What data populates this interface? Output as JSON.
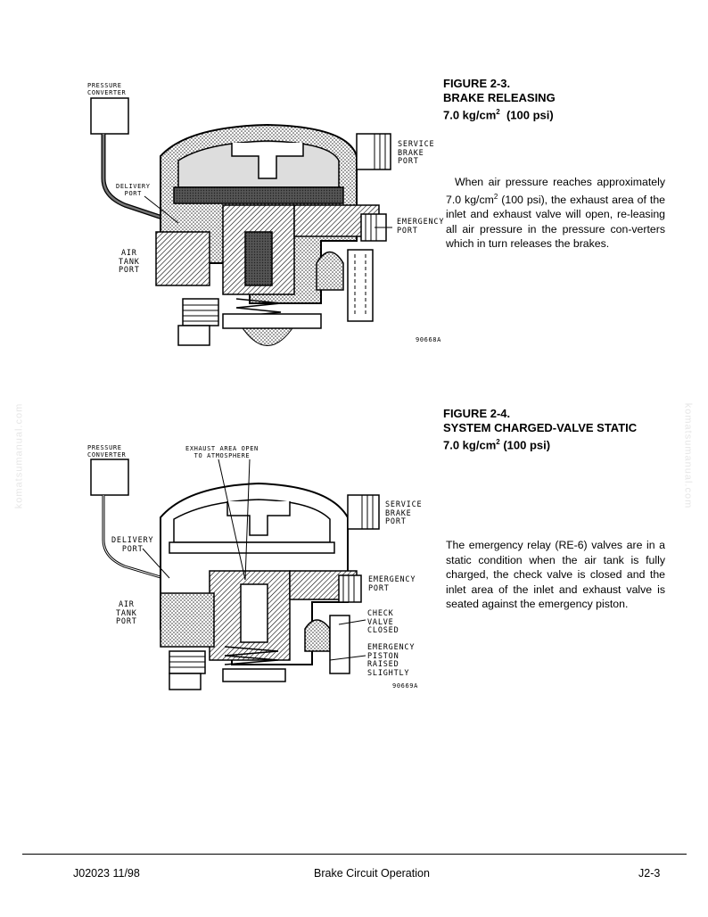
{
  "figure1": {
    "title_line1": "FIGURE 2-3.",
    "title_line2": "BRAKE RELEASING",
    "title_line3_value": "7.0 kg/cm",
    "title_line3_sup": "2",
    "title_line3_rest": "  (100 psi)",
    "para_part1": "When air pressure reaches approximately 7.0 kg/cm",
    "para_sup": "2",
    "para_part2": " (100 psi), the exhaust area of the inlet and exhaust valve will open, re-leasing all air pressure in the pressure con-verters which in turn releases the brakes.",
    "labels": {
      "pressure_converter": "PRESSURE\nCONVERTER",
      "delivery_port": "DELIVERY\nPORT",
      "air_tank_port": "AIR\nTANK\nPORT",
      "service_brake_port": "SERVICE\nBRAKE\nPORT",
      "emergency_port": "EMERGENCY\nPORT",
      "code": "90668A"
    }
  },
  "figure2": {
    "title_line1": "FIGURE 2-4.",
    "title_line2": "SYSTEM CHARGED-VALVE STATIC",
    "title_line3_value": "7.0 kg/cm",
    "title_line3_sup": "2",
    "title_line3_rest": " (100 psi)",
    "paragraph": "The emergency relay (RE-6) valves are in a static condition when the air tank is fully charged, the check valve is closed and the inlet area of the inlet and exhaust valve is seated against the emergency piston.",
    "labels": {
      "pressure_converter": "PRESSURE\nCONVERTER",
      "exhaust_area": "EXHAUST AREA OPEN\n  TO ATMOSPHERE",
      "delivery_port": "DELIVERY\nPORT",
      "air_tank_port": "AIR\nTANK\nPORT",
      "service_brake_port": "SERVICE\nBRAKE\nPORT",
      "emergency_port": "EMERGENCY\nPORT",
      "check_valve_closed": "CHECK\nVALVE\nCLOSED",
      "emergency_piston": "EMERGENCY\nPISTON\nRAISED\nSLIGHTLY",
      "code": "90669A"
    }
  },
  "footer": {
    "left": "J02023 11/98",
    "center": "Brake Circuit Operation",
    "right": "J2-3"
  },
  "watermark": "komatsumanual.com"
}
